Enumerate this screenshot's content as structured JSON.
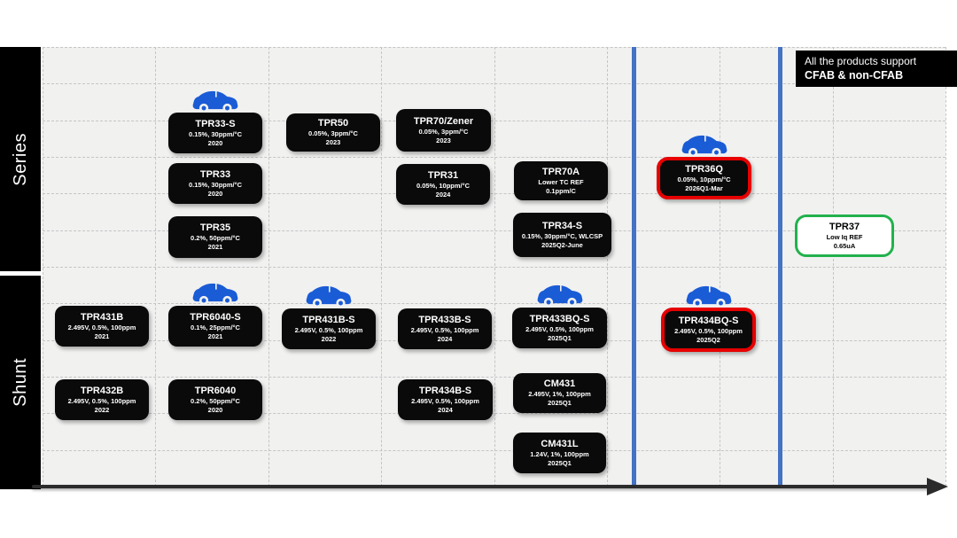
{
  "sections": {
    "series": "Series",
    "shunt": "Shunt"
  },
  "note": {
    "line1": "All the products support",
    "line2": "CFAB & non-CFAB"
  },
  "colors": {
    "box_black": "#0a0a0a",
    "highlight_red": "#e60000",
    "highlight_green": "#22b14c",
    "divider_blue": "#4472c4",
    "car_blue": "#1a5cd6",
    "grid_bg": "#f1f1f0"
  },
  "icons": {
    "car": "car-icon (automotive qualified)",
    "axis": "timeline-arrow"
  },
  "products": [
    {
      "name": "TPR33-S",
      "spec": "0.15%, 30ppm/°C",
      "date": "2020",
      "category": "series",
      "automotive": true,
      "highlight": "none"
    },
    {
      "name": "TPR50",
      "spec": "0.05%, 3ppm/°C",
      "date": "2023",
      "category": "series",
      "automotive": false,
      "highlight": "none"
    },
    {
      "name": "TPR70/Zener",
      "spec": "0.05%, 3ppm/°C",
      "date": "2023",
      "category": "series",
      "automotive": false,
      "highlight": "none"
    },
    {
      "name": "TPR33",
      "spec": "0.15%, 30ppm/°C",
      "date": "2020",
      "category": "series",
      "automotive": false,
      "highlight": "none"
    },
    {
      "name": "TPR31",
      "spec": "0.05%, 10ppm/°C",
      "date": "2024",
      "category": "series",
      "automotive": false,
      "highlight": "none"
    },
    {
      "name": "TPR70A",
      "spec": "Lower TC REF",
      "date": "0.1ppm/C",
      "category": "series",
      "automotive": false,
      "highlight": "none"
    },
    {
      "name": "TPR35",
      "spec": "0.2%, 50ppm/°C",
      "date": "2021",
      "category": "series",
      "automotive": false,
      "highlight": "none"
    },
    {
      "name": "TPR34-S",
      "spec": "0.15%, 30ppm/°C, WLCSP",
      "date": "2025Q2-June",
      "category": "series",
      "automotive": false,
      "highlight": "none"
    },
    {
      "name": "TPR36Q",
      "spec": "0.05%, 10ppm/°C",
      "date": "2026Q1-Mar",
      "category": "series",
      "automotive": true,
      "highlight": "red"
    },
    {
      "name": "TPR37",
      "spec": "Low Iq REF",
      "date": "0.65uA",
      "category": "series",
      "automotive": false,
      "highlight": "green"
    },
    {
      "name": "TPR431B",
      "spec": "2.495V, 0.5%, 100ppm",
      "date": "2021",
      "category": "shunt",
      "automotive": false,
      "highlight": "none"
    },
    {
      "name": "TPR6040-S",
      "spec": "0.1%, 25ppm/°C",
      "date": "2021",
      "category": "shunt",
      "automotive": true,
      "highlight": "none"
    },
    {
      "name": "TPR431B-S",
      "spec": "2.495V, 0.5%, 100ppm",
      "date": "2022",
      "category": "shunt",
      "automotive": true,
      "highlight": "none"
    },
    {
      "name": "TPR433B-S",
      "spec": "2.495V, 0.5%, 100ppm",
      "date": "2024",
      "category": "shunt",
      "automotive": false,
      "highlight": "none"
    },
    {
      "name": "TPR433BQ-S",
      "spec": "2.495V, 0.5%, 100ppm",
      "date": "2025Q1",
      "category": "shunt",
      "automotive": true,
      "highlight": "none"
    },
    {
      "name": "TPR434BQ-S",
      "spec": "2.495V, 0.5%, 100ppm",
      "date": "2025Q2",
      "category": "shunt",
      "automotive": true,
      "highlight": "red"
    },
    {
      "name": "TPR432B",
      "spec": "2.495V, 0.5%, 100ppm",
      "date": "2022",
      "category": "shunt",
      "automotive": false,
      "highlight": "none"
    },
    {
      "name": "TPR6040",
      "spec": "0.2%, 50ppm/°C",
      "date": "2020",
      "category": "shunt",
      "automotive": false,
      "highlight": "none"
    },
    {
      "name": "TPR434B-S",
      "spec": "2.495V, 0.5%, 100ppm",
      "date": "2024",
      "category": "shunt",
      "automotive": false,
      "highlight": "none"
    },
    {
      "name": "CM431",
      "spec": "2.495V, 1%, 100ppm",
      "date": "2025Q1",
      "category": "shunt",
      "automotive": false,
      "highlight": "none"
    },
    {
      "name": "CM431L",
      "spec": "1.24V, 1%, 100ppm",
      "date": "2025Q1",
      "category": "shunt",
      "automotive": false,
      "highlight": "none"
    }
  ]
}
